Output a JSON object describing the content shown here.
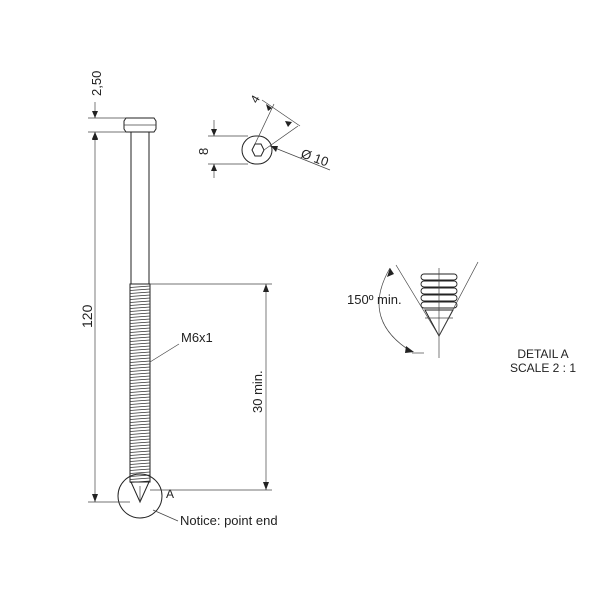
{
  "drawing": {
    "dimensions": {
      "head_height": "2,50",
      "total_length": "120",
      "thread_length": "30 min.",
      "thread_spec": "M6x1",
      "hex_size": "4",
      "head_thickness": "8",
      "head_diameter": "Ø 10",
      "point_angle": "150º min."
    },
    "detail": {
      "marker": "A",
      "title": "DETAIL A",
      "scale": "SCALE 2 : 1"
    },
    "notes": {
      "point_end": "Notice: point end"
    },
    "colors": {
      "line": "#222222",
      "background": "#ffffff"
    }
  }
}
